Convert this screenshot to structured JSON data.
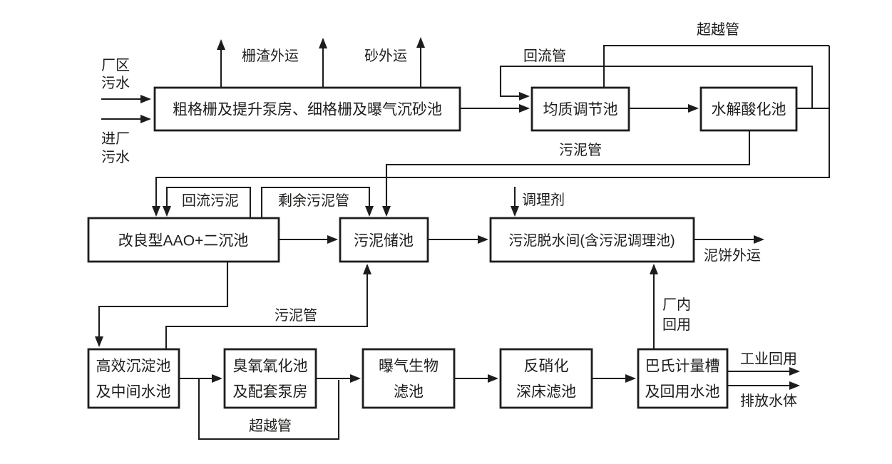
{
  "colors": {
    "background": "#ffffff",
    "line": "#1d1d1b",
    "text": "#1d1d1b"
  },
  "nodes": {
    "pretreatment": {
      "label": "粗格栅及提升泵房、细格栅及曝气沉砂池"
    },
    "equalization_tank": {
      "label": "均质调节池"
    },
    "hydrolysis_tank": {
      "label": "水解酸化池"
    },
    "aao_tank": {
      "label": "改良型AAO+二沉池"
    },
    "sludge_storage_tank": {
      "label": "污泥储池"
    },
    "sludge_dewatering_room": {
      "label": "污泥脱水间(含污泥调理池)"
    },
    "sedimentation_tank": {
      "line1": "高效沉淀池",
      "line2": "及中间水池"
    },
    "ozone_tank": {
      "line1": "臭氧氧化池",
      "line2": "及配套泵房"
    },
    "aerated_biofilter": {
      "line1": "曝气生物",
      "line2": "滤池"
    },
    "denitrification_filter": {
      "line1": "反硝化",
      "line2": "深床滤池"
    },
    "measuring_flume": {
      "line1": "巴氏计量槽",
      "line2": "及回用水池"
    }
  },
  "labels": {
    "factory_sewage": {
      "line1": "厂区",
      "line2": "污水"
    },
    "incoming_sewage": {
      "line1": "进厂",
      "line2": "污水"
    },
    "screen_residue_out": "栅渣外运",
    "sand_out": "砂外运",
    "return_pipe": "回流管",
    "bypass_pipe_top": "超越管",
    "sludge_pipe_top": "污泥管",
    "return_sludge": "回流污泥",
    "excess_sludge_pipe": "剩余污泥管",
    "conditioner": "调理剂",
    "mud_cake_out": "泥饼外运",
    "sludge_pipe_mid": "污泥管",
    "bypass_pipe_bottom": "超越管",
    "in_plant_reuse": {
      "line1": "厂内",
      "line2": "回用"
    },
    "industrial_reuse": "工业回用",
    "discharge_to_water": "排放水体"
  }
}
